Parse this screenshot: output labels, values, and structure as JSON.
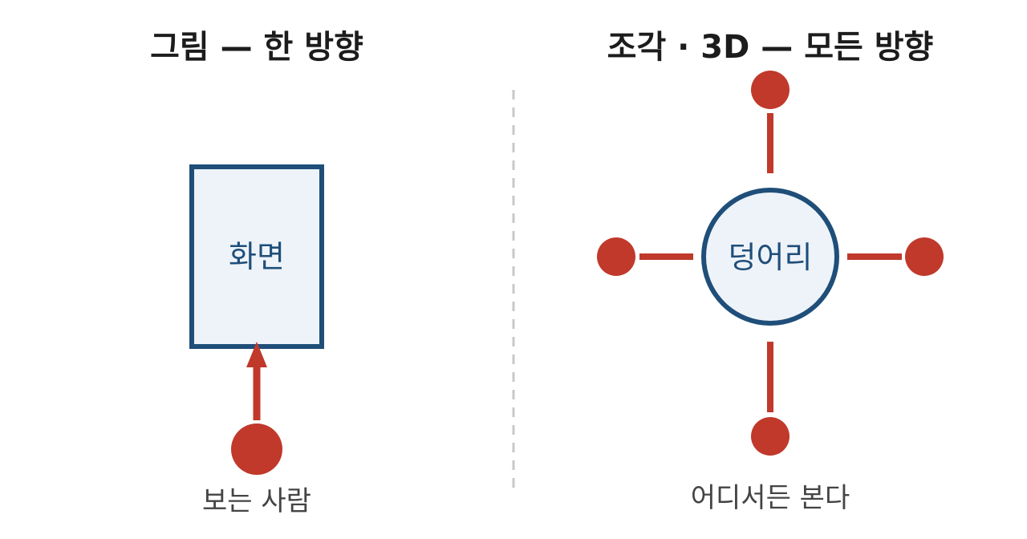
{
  "left_panel": {
    "title": "그림 — 한 방향",
    "shape_label": "화면",
    "caption": "보는 사람"
  },
  "right_panel": {
    "title": "조각 · 3D — 모든 방향",
    "shape_label": "덩어리",
    "caption": "어디서든 본다"
  },
  "colors": {
    "shape_stroke": "#1f4e79",
    "shape_fill": "#edf3f9",
    "viewer": "#c0392b",
    "divider": "#c8c8c8",
    "title_text": "#1c1c1c",
    "caption_text": "#444444"
  }
}
